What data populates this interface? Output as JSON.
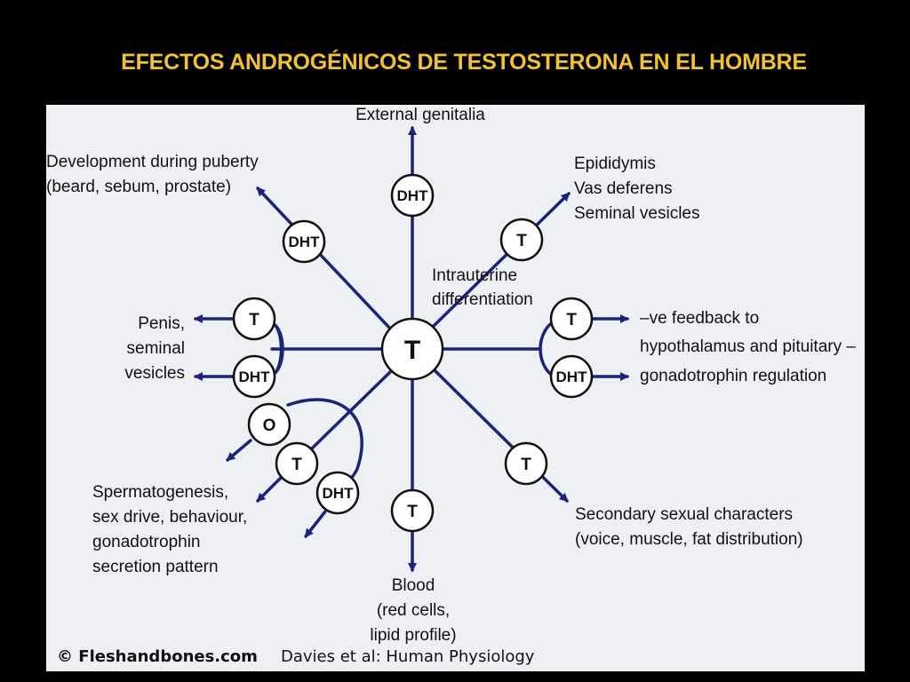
{
  "title": "EFECTOS ANDROGÉNICOS DE TESTOSTERONA EN EL HOMBRE",
  "colors": {
    "background": "#000000",
    "title": "#f2c230",
    "panel": "#eef1f3",
    "line": "#1a237e"
  },
  "diagram": {
    "center": "T",
    "labels": {
      "external_genitalia": "External genitalia",
      "puberty_line1": "Development during puberty",
      "puberty_line2": "(beard, sebum, prostate)",
      "epi_line1": "Epididymis",
      "epi_line2": "Vas deferens",
      "epi_line3": "Seminal vesicles",
      "intra_line1": "Intrauterine",
      "intra_line2": "differentiation",
      "penis_line1": "Penis,",
      "penis_line2": "seminal",
      "penis_line3": "vesicles",
      "feedback_line1": "–ve feedback to",
      "feedback_line2": "hypothalamus and pituitary –",
      "feedback_line3": "gonadotrophin regulation",
      "sperm_line1": "Spermatogenesis,",
      "sperm_line2": "sex drive, behaviour,",
      "sperm_line3": "gonadotrophin",
      "sperm_line4": "secretion pattern",
      "secondary_line1": "Secondary sexual characters",
      "secondary_line2": "(voice, muscle, fat distribution)",
      "blood_line1": "Blood",
      "blood_line2": "(red cells,",
      "blood_line3": "lipid profile)"
    },
    "nodes": {
      "top": "DHT",
      "upper_left": "DHT",
      "upper_right": "T",
      "left_upper": "T",
      "left_lower": "DHT",
      "right_upper": "T",
      "right_lower": "DHT",
      "o_node": "O",
      "lower_left_t": "T",
      "lower_left_dht": "DHT",
      "bottom": "T",
      "lower_right": "T"
    },
    "credit": {
      "brand": "© Fleshandbones.com",
      "source": "Davies et al: Human Physiology"
    }
  }
}
